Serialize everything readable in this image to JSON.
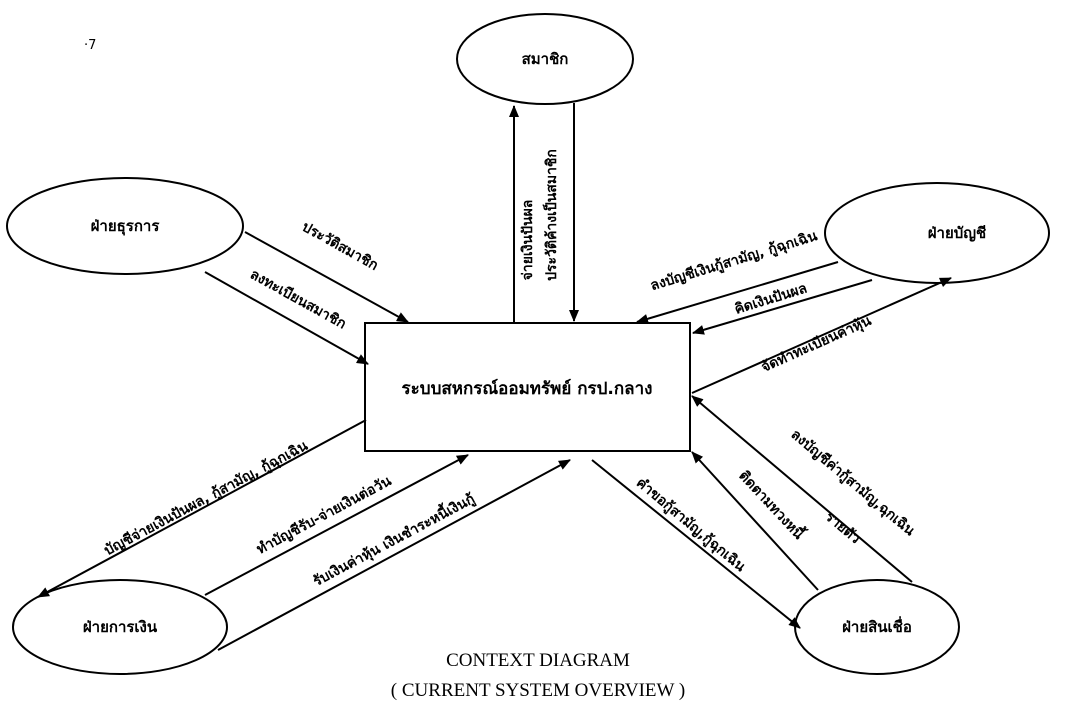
{
  "diagram": {
    "center_process": "ระบบสหกรณ์ออมทรัพย์ กรป.กลาง",
    "entities": {
      "member": "สมาชิก",
      "admin": "ฝ่ายธุรการ",
      "accounting": "ฝ่ายบัญชี",
      "finance": "ฝ่ายการเงิน",
      "credit": "ฝ่ายสินเชื่อ"
    },
    "flows": {
      "pay_dividend": "จ่ายเงินปันผล",
      "member_loan_history": "ประวัติค้างเป็นสมาชิก",
      "member_history": "ประวัติสมาชิก",
      "register_member": "ลงทะเบียนสมาชิก",
      "post_loans": "ลงบัญชีเงินกู้สามัญ, กู้ฉุกเฉิน",
      "calc_dividend": "คิดเงินปันผล",
      "share_register": "จัดทำทะเบียนค่าหุ้น",
      "post_loan_accounts_1": "ลงบัญชีค่ากู้สามัญ,ฉุกเฉิน",
      "post_loan_accounts_2": "รายตัว",
      "payment_accounts": "บัญชีจ่ายเงินปันผล, กู้สามัญ, กู้ฉุกเฉิน",
      "daily_cash": "ทำบัญชีรับ-จ่ายเงินต่อวัน",
      "receive_shares": "รับเงินค่าหุ้น เงินชำระหนี้เงินกู้",
      "debt_followup": "ติดตามทวงหนี้",
      "loan_requests": "คำขอกู้สามัญ,กู้ฉุกเฉิน"
    },
    "caption": {
      "line1": "CONTEXT DIAGRAM",
      "line2": "( CURRENT SYSTEM OVERVIEW )"
    },
    "corner_mark": "·7"
  }
}
